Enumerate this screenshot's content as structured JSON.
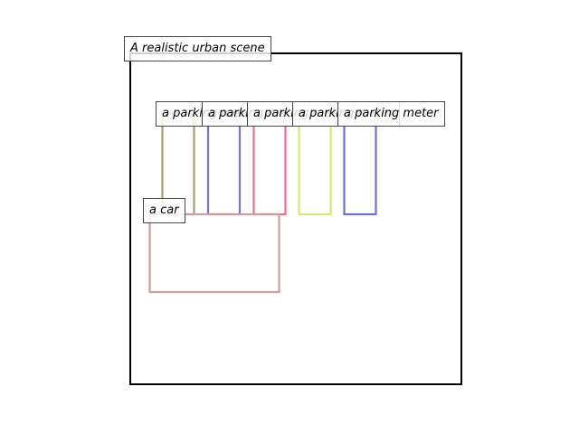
{
  "scene": {
    "caption": "A realistic urban scene"
  },
  "objects": [
    {
      "label": "a parking meter",
      "color": "#a89f6e"
    },
    {
      "label": "a parking meter",
      "color": "#7b73c9"
    },
    {
      "label": "a parking meter",
      "color": "#ec6f8b"
    },
    {
      "label": "a parking meter",
      "color": "#d8e873"
    },
    {
      "label": "a parking meter",
      "color": "#6d6fd3"
    },
    {
      "label": "a car",
      "color": "#cc9e9a"
    }
  ]
}
